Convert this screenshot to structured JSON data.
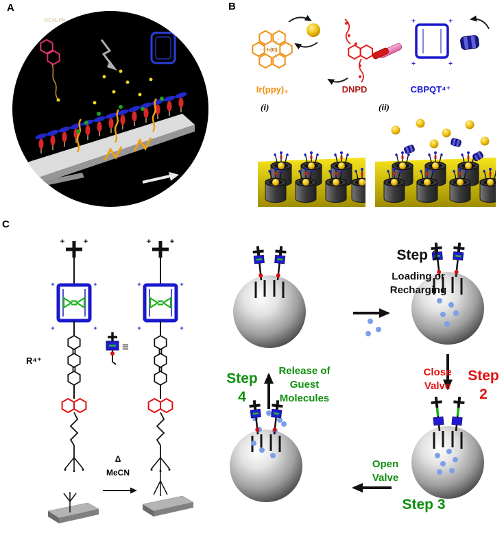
{
  "glyphs": {
    "plus": "+",
    "equiv": "≡"
  },
  "colors": {
    "orange": "#f09010",
    "dark_red": "#b01818",
    "blue": "#1818cc",
    "green": "#0f8f0f",
    "step_red": "#e01212",
    "guest_blue": "#7d9fe8",
    "gold": "#f2c414"
  },
  "panel_a": {
    "label": "A",
    "annotation_och2ph": "OCH₂Ph"
  },
  "panel_b": {
    "label": "B",
    "ir_center_label": "Ir(III)",
    "ir_label": "Ir(ppy)₃",
    "dnpd_label": "DNPD",
    "cbpqt_label": "CBPQT⁴⁺",
    "subpanel_i": "(i)",
    "subpanel_ii": "(ii)"
  },
  "panel_c": {
    "label": "C",
    "r_label": "R⁴⁺",
    "delta": "Δ",
    "solvent": "MeCN",
    "step1": {
      "title": "Step 1",
      "desc_line1": "Loading or",
      "desc_line2": "Recharging"
    },
    "step2": {
      "title_word": "Step",
      "title_num": "2",
      "desc_line1": "Close",
      "desc_line2": "Valve"
    },
    "step3": {
      "title": "Step 3",
      "desc_line1": "Open",
      "desc_line2": "Valve"
    },
    "step4": {
      "title_word": "Step",
      "title_num": "4",
      "desc_line1": "Release of",
      "desc_line2": "Guest",
      "desc_line3": "Molecules"
    }
  }
}
